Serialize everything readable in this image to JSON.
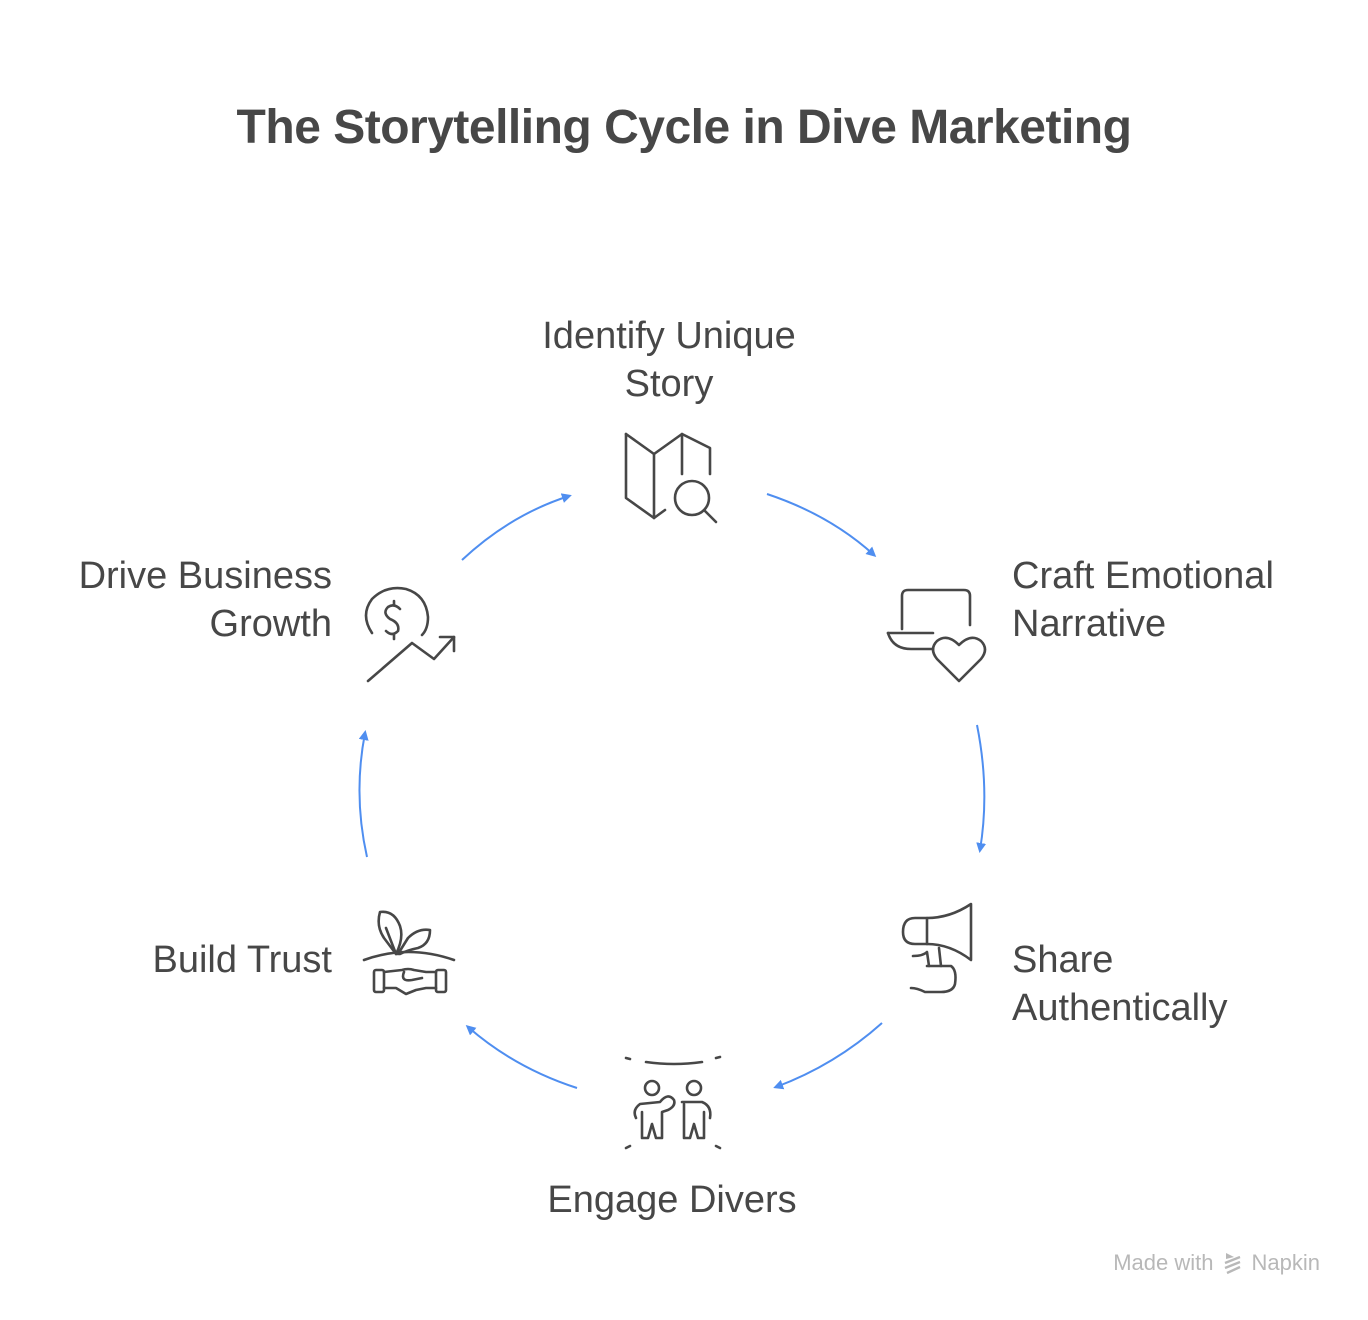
{
  "title": "The Storytelling Cycle in Dive Marketing",
  "accent_color": "#4f8ef0",
  "steps": [
    {
      "label_line1": "Identify Unique",
      "label_line2": "Story",
      "icon": "map-search-icon"
    },
    {
      "label_line1": "Craft Emotional",
      "label_line2": "Narrative",
      "icon": "laptop-heart-icon"
    },
    {
      "label_line1": "Share",
      "label_line2": "Authentically",
      "icon": "megaphone-icon"
    },
    {
      "label_line1": "Engage Divers",
      "label_line2": "",
      "icon": "people-group-icon"
    },
    {
      "label_line1": "Build Trust",
      "label_line2": "",
      "icon": "handshake-plant-icon"
    },
    {
      "label_line1": "Drive Business",
      "label_line2": "Growth",
      "icon": "dollar-growth-icon"
    }
  ],
  "watermark": {
    "prefix": "Made with",
    "brand": "Napkin"
  }
}
